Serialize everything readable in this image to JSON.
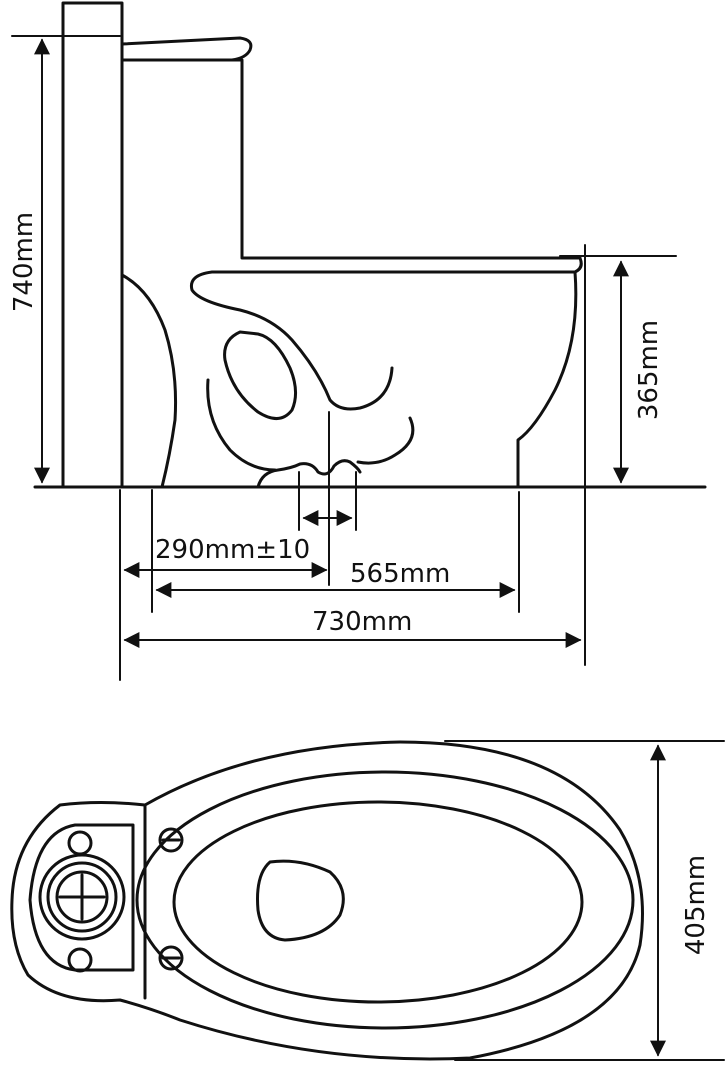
{
  "side_view": {
    "height_total": "740mm",
    "height_seat": "365mm",
    "rough_in": "290mm±10",
    "base_length": "565mm",
    "overall_length": "730mm"
  },
  "top_view": {
    "width": "405mm"
  },
  "colors": {
    "line": "#111111",
    "background": "#ffffff"
  }
}
